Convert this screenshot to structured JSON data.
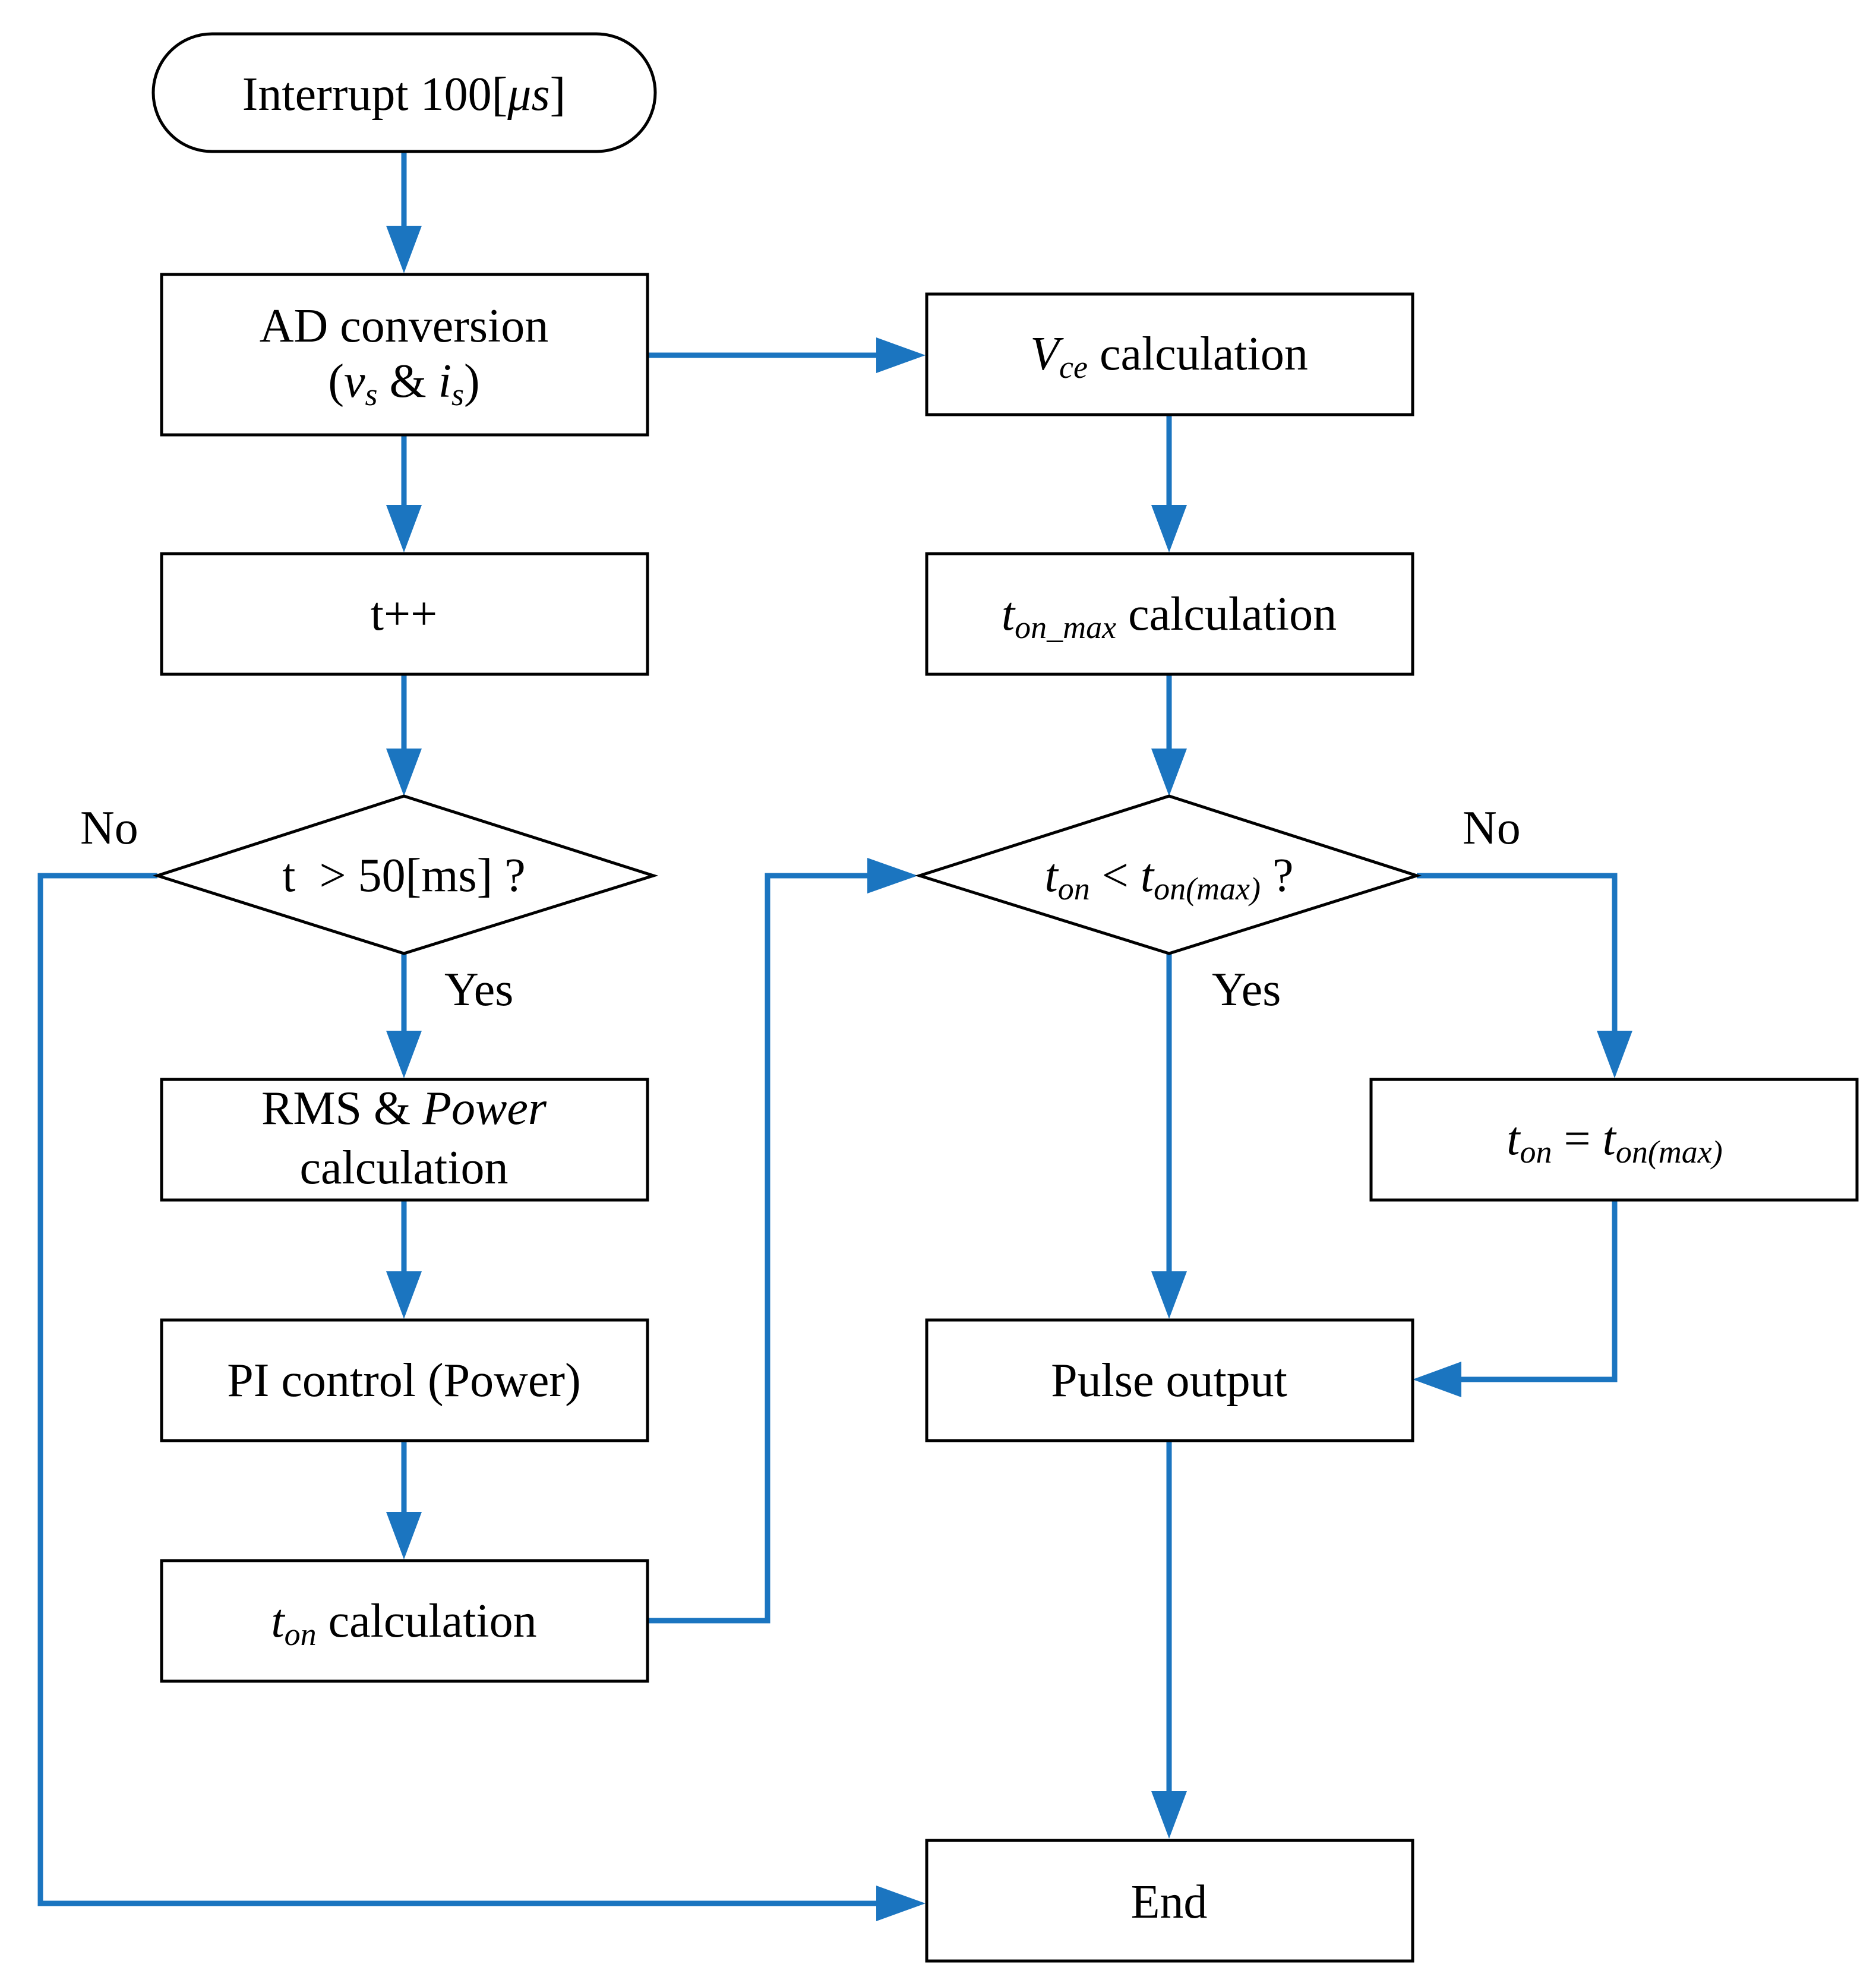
{
  "colors": {
    "connector": "#1b75c0",
    "outline": "#000000",
    "fill": "#ffffff"
  },
  "nodes": {
    "start": {
      "pre": "Interrupt 100[",
      "unit": "μs",
      "post": "]"
    },
    "ad": {
      "line1": "AD conversion",
      "open": "(",
      "v": "v",
      "v_sub": "s",
      "amp": " & ",
      "i": "i",
      "i_sub": "s",
      "close": ")"
    },
    "tinc": {
      "text": "t++"
    },
    "cond1": {
      "text": "t  > 50[ms] ?"
    },
    "rms": {
      "plain": "RMS & ",
      "italic": "Power",
      "line2": "calculation"
    },
    "pi": {
      "text": "PI control (Power)"
    },
    "ton": {
      "var": "t",
      "sub": "on",
      "rest": " calculation"
    },
    "vce": {
      "var": "V",
      "sub": "ce",
      "rest": " calculation"
    },
    "tonmax": {
      "var": "t",
      "sub": "on_max",
      "rest": " calculation"
    },
    "cond2": {
      "a": "t",
      "a_sub": "on",
      "op": " < ",
      "b": "t",
      "b_sub": "on(max)",
      "q": " ?"
    },
    "assign": {
      "a": "t",
      "a_sub": "on",
      "op": " = ",
      "b": "t",
      "b_sub": "on(max)"
    },
    "pulse": {
      "text": "Pulse output"
    },
    "end": {
      "text": "End"
    }
  },
  "edge_labels": {
    "cond1_no": "No",
    "cond1_yes": "Yes",
    "cond2_no": "No",
    "cond2_yes": "Yes"
  }
}
